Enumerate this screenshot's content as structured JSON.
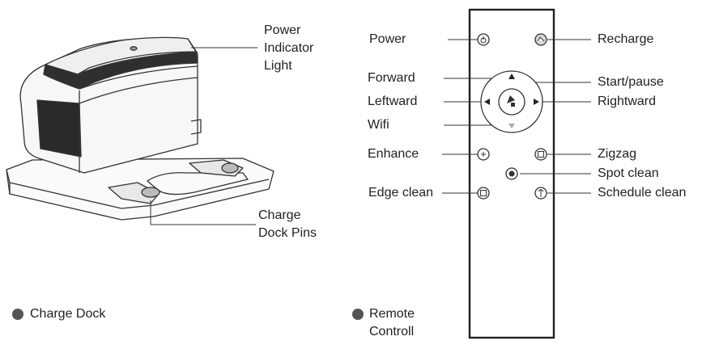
{
  "dock": {
    "callouts": {
      "power_indicator": [
        "Power",
        "Indicator",
        "Light"
      ],
      "charge_pins": [
        "Charge",
        "Dock Pins"
      ]
    },
    "caption": "Charge Dock"
  },
  "remote": {
    "left_labels": {
      "power": "Power",
      "forward": "Forward",
      "leftward": "Leftward",
      "wifi": "Wifi",
      "enhance": "Enhance",
      "edge_clean": "Edge clean"
    },
    "right_labels": {
      "recharge": "Recharge",
      "start_pause": "Start/pause",
      "rightward": "Rightward",
      "zigzag": "Zigzag",
      "spot_clean": "Spot clean",
      "schedule_clean": "Schedule clean"
    },
    "caption": [
      "Remote",
      "Controll"
    ]
  },
  "colors": {
    "line": "#333333",
    "bullet": "#555555",
    "dock_dark": "#2a2a2a"
  }
}
